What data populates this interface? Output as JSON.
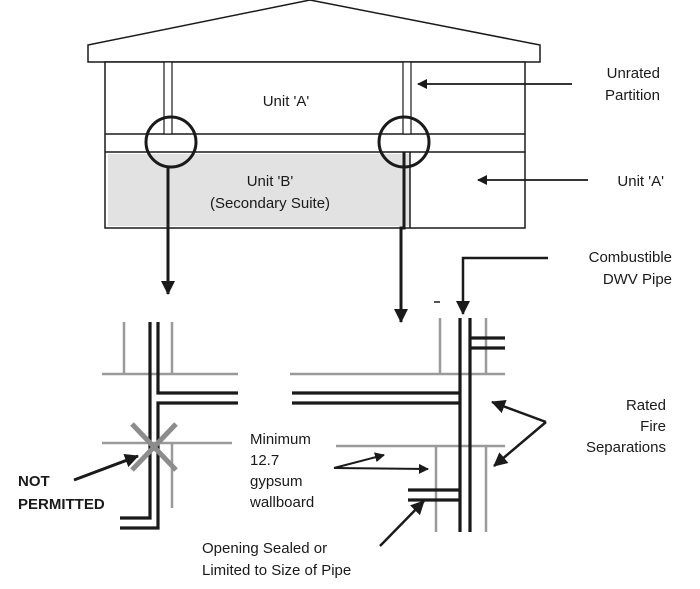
{
  "labels": {
    "unit_a_upper": "Unit 'A'",
    "unit_b_line1": "Unit 'B'",
    "unit_b_line2": "(Secondary Suite)",
    "unrated_partition_line1": "Unrated",
    "unrated_partition_line2": "Partition",
    "unit_a_right": "Unit 'A'",
    "combustible_pipe_line1": "Combustible",
    "combustible_pipe_line2": "DWV Pipe",
    "rated_separations_line1": "Rated",
    "rated_separations_line2": "Fire",
    "rated_separations_line3": "Separations",
    "gypsum_line1": "Minimum",
    "gypsum_line2": "12.7",
    "gypsum_line3": "gypsum",
    "gypsum_line4": "wallboard",
    "not_permitted_line1": "NOT",
    "not_permitted_line2": "PERMITTED",
    "opening_line1": "Opening  Sealed or",
    "opening_line2": "Limited to Size of Pipe"
  },
  "colors": {
    "ink": "#1a1a1a",
    "wall_grey": "#9a9a9a",
    "secondary_suite_fill": "#e2e2e2",
    "x_mark": "#8c8c8c"
  }
}
